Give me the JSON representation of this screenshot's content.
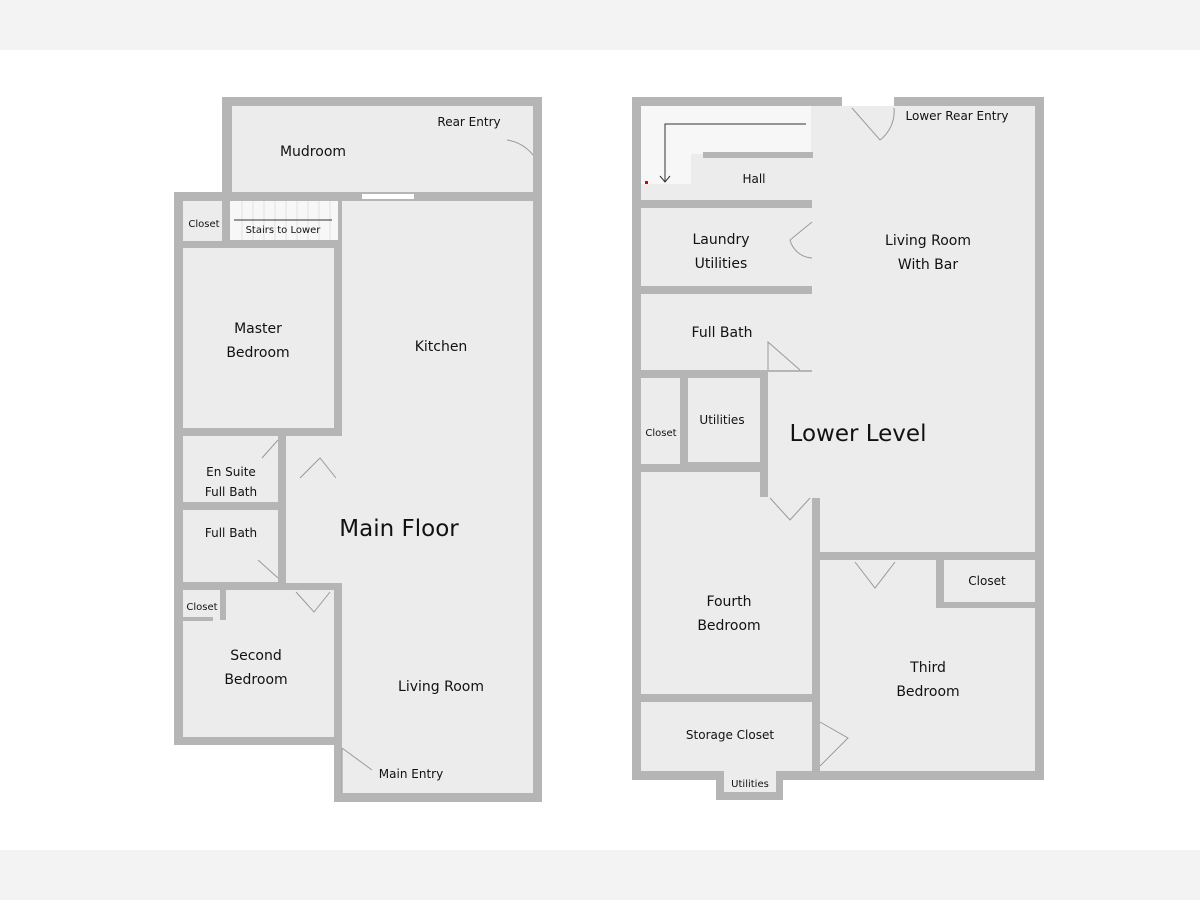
{
  "main_floor": {
    "title": "Main Floor",
    "rooms": {
      "mudroom": "Mudroom",
      "rear_entry": "Rear Entry",
      "closet_top": "Closet",
      "stairs": "Stairs to Lower",
      "master_1": "Master",
      "master_2": "Bedroom",
      "kitchen": "Kitchen",
      "ensuite_1": "En Suite",
      "ensuite_2": "Full Bath",
      "full_bath": "Full Bath",
      "closet_bottom": "Closet",
      "second_1": "Second",
      "second_2": "Bedroom",
      "living_room": "Living Room",
      "main_entry": "Main Entry"
    }
  },
  "lower_level": {
    "title": "Lower Level",
    "rooms": {
      "lower_rear_entry": "Lower Rear Entry",
      "hall": "Hall",
      "laundry_1": "Laundry",
      "laundry_2": "Utilities",
      "living_1": "Living Room",
      "living_2": "With Bar",
      "full_bath": "Full Bath",
      "closet_left": "Closet",
      "utilities_mid": "Utilities",
      "fourth_1": "Fourth",
      "fourth_2": "Bedroom",
      "closet_right": "Closet",
      "third_1": "Third",
      "third_2": "Bedroom",
      "storage": "Storage Closet",
      "utilities_bottom": "Utilities"
    }
  },
  "colors": {
    "wall": "#b5b5b5",
    "floor": "#ececec",
    "band": "#f3f3f3"
  }
}
